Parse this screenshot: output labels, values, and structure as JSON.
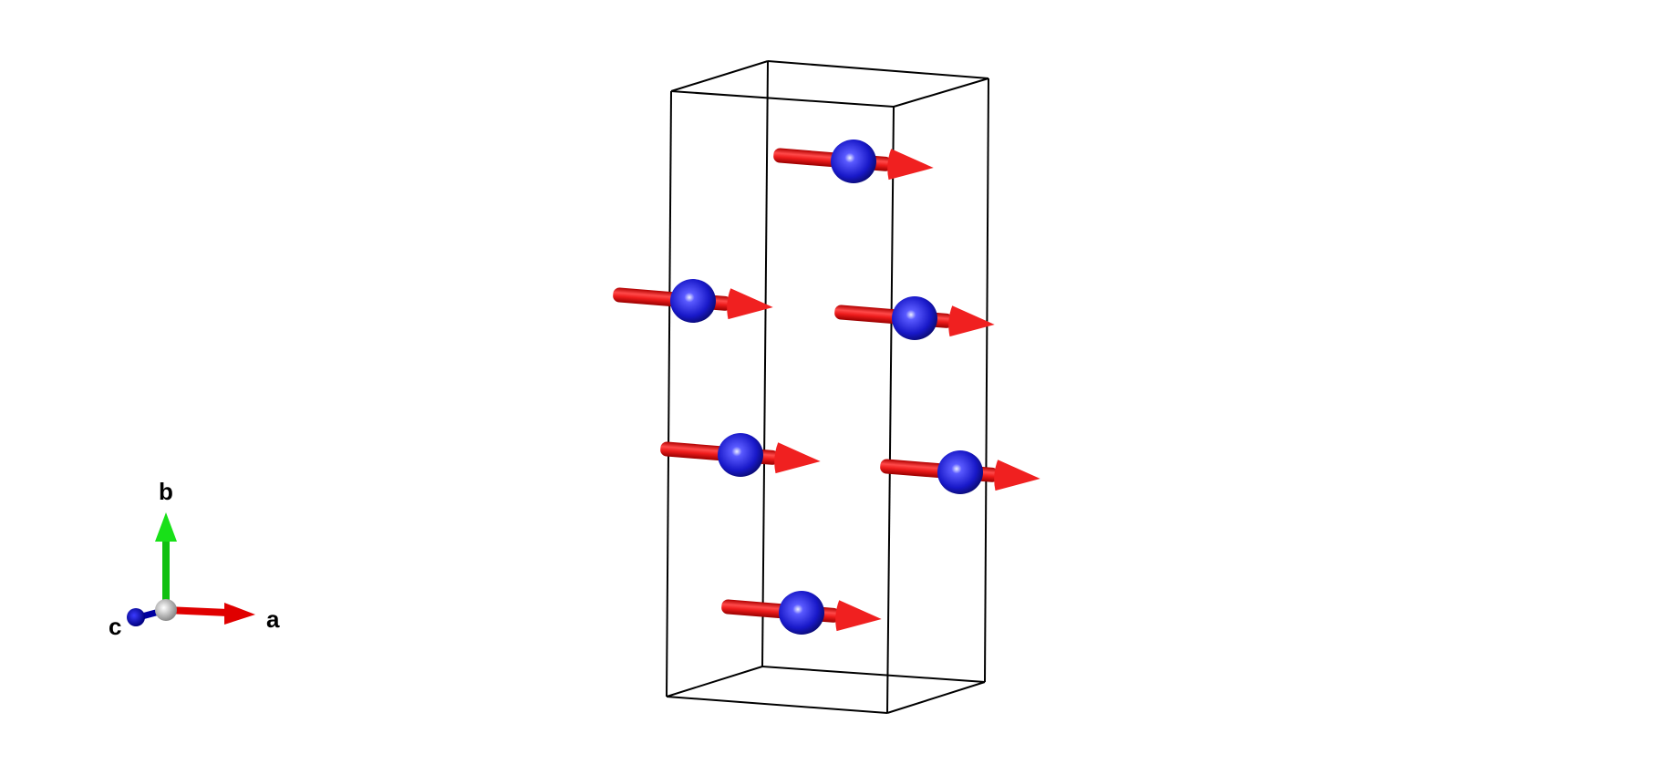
{
  "axes": {
    "a_label": "a",
    "b_label": "b",
    "c_label": "c",
    "colors": {
      "a": "#e00000",
      "b": "#10d010",
      "c": "#0000b0",
      "origin": "#d8d8d8"
    }
  },
  "structure": {
    "atom_color": "#1a1acc",
    "spin_color": "#ee1c1c",
    "cell_line_color": "#000000",
    "atom_count": 6,
    "spin_direction": "+a"
  }
}
